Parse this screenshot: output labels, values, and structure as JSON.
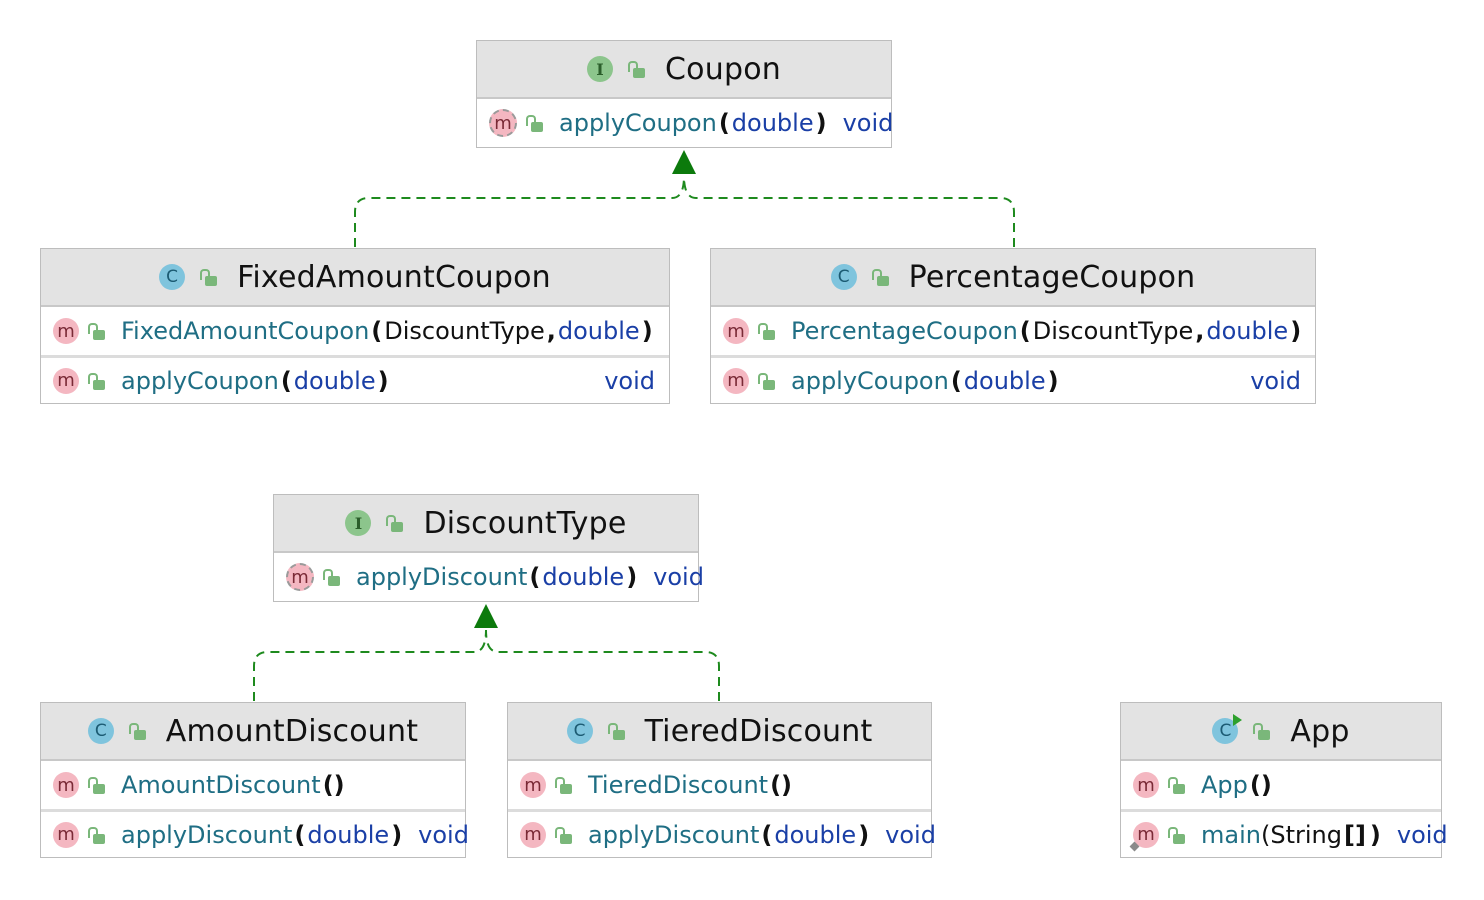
{
  "diagram": {
    "coupon": {
      "kind": "I",
      "name": "Coupon",
      "methods": [
        {
          "name": "applyCoupon",
          "params": [
            {
              "t": "double",
              "kind": "type"
            }
          ],
          "returns": "void"
        }
      ]
    },
    "fixedAmountCoupon": {
      "kind": "C",
      "name": "FixedAmountCoupon",
      "constructor": {
        "name": "FixedAmountCoupon",
        "p1": "DiscountType",
        "sep": ",",
        "p2": "double"
      },
      "method": {
        "name": "applyCoupon",
        "param": "double",
        "returns": "void"
      }
    },
    "percentageCoupon": {
      "kind": "C",
      "name": "PercentageCoupon",
      "constructor": {
        "name": "PercentageCoupon",
        "p1": "DiscountType",
        "sep": ",",
        "p2": "double"
      },
      "method": {
        "name": "applyCoupon",
        "param": "double",
        "returns": "void"
      }
    },
    "discountType": {
      "kind": "I",
      "name": "DiscountType",
      "method": {
        "name": "applyDiscount",
        "param": "double",
        "returns": "void"
      }
    },
    "amountDiscount": {
      "kind": "C",
      "name": "AmountDiscount",
      "constructor": {
        "name": "AmountDiscount",
        "parens": "()"
      },
      "method": {
        "name": "applyDiscount",
        "param": "double",
        "returns": "void"
      }
    },
    "tieredDiscount": {
      "kind": "C",
      "name": "TieredDiscount",
      "constructor": {
        "name": "TieredDiscount",
        "parens": "()"
      },
      "method": {
        "name": "applyDiscount",
        "param": "double",
        "returns": "void"
      }
    },
    "app": {
      "kind": "C",
      "name": "App",
      "constructor": {
        "name": "App",
        "parens": "()"
      },
      "method": {
        "name": "main",
        "param": "String",
        "paramSuffix": "[]",
        "returns": "void"
      }
    },
    "method_icon": "m",
    "colors": {
      "header_bg": "#e3e3e3",
      "method_name": "#1f6e84",
      "type": "#1a3fa6",
      "edge": "#1e8a1e",
      "interface_icon": "#8cc58c",
      "class_icon": "#7fc4dd",
      "method_icon": "#f4b7c1"
    },
    "relations": [
      {
        "from": "FixedAmountCoupon",
        "to": "Coupon",
        "type": "implements"
      },
      {
        "from": "PercentageCoupon",
        "to": "Coupon",
        "type": "implements"
      },
      {
        "from": "AmountDiscount",
        "to": "DiscountType",
        "type": "implements"
      },
      {
        "from": "TieredDiscount",
        "to": "DiscountType",
        "type": "implements"
      }
    ]
  }
}
